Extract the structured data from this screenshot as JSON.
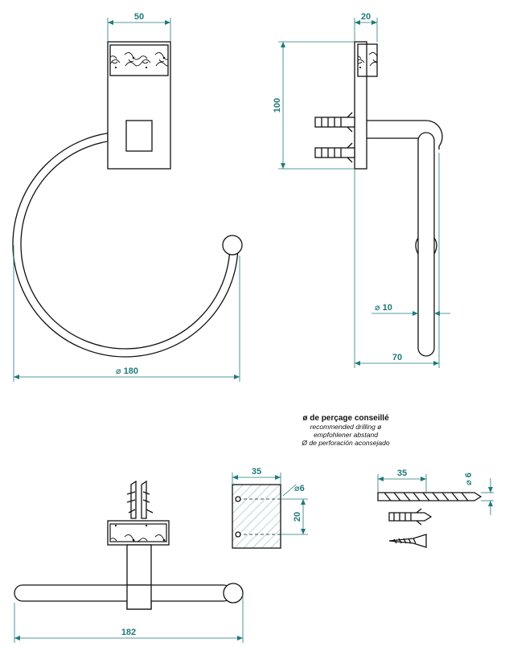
{
  "dimensions": {
    "front_width": "50",
    "side_depth": "20",
    "side_height": "100",
    "ring_diameter": "⌀ 180",
    "bar_diameter": "⌀ 10",
    "side_projection": "70",
    "top_length": "182",
    "plate_width": "35",
    "hole_spacing": "20",
    "hole_diameter": "⌀6",
    "drill_length": "35",
    "drill_diameter": "⌀ 6"
  },
  "drilling_note": {
    "title": "ø de perçage conseillé",
    "en": "recommended drilling ø",
    "de": "empfohlener abstand",
    "es": "Ø de perforación aconsejado"
  },
  "colors": {
    "dimension": "#1e7a7a",
    "outline": "#111111"
  }
}
